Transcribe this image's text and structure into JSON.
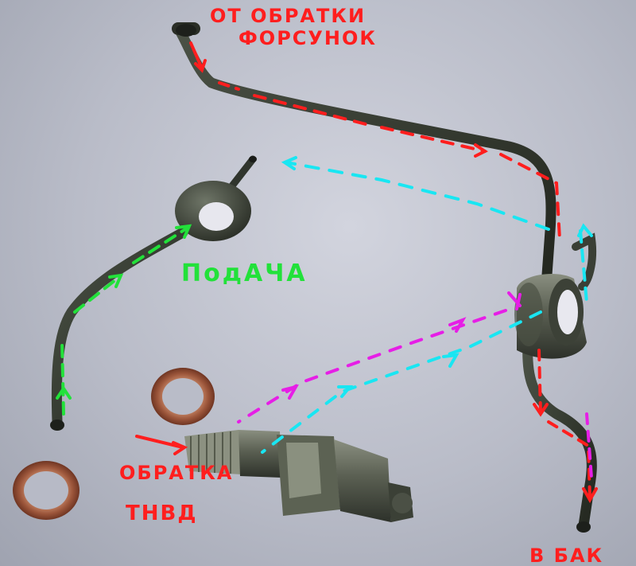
{
  "labels": {
    "from_injectors_line1": "ОТ ОБРАТКИ",
    "from_injectors_line2": "ФОРСУНОК",
    "supply": "ПодАЧА",
    "pump_return_line1": "ОБРАТКА",
    "pump_return_line2": "ТНВД",
    "to_tank": "В БАК"
  },
  "colors": {
    "background": "#babdc9",
    "injector_return_arrows": "#ff1e1e",
    "supply_arrows": "#22e13a",
    "cyan_arrows": "#19e6f2",
    "magenta_arrows": "#e61ee6",
    "metal_tube": "#2f342c",
    "copper_washer": "#b06a4a"
  }
}
